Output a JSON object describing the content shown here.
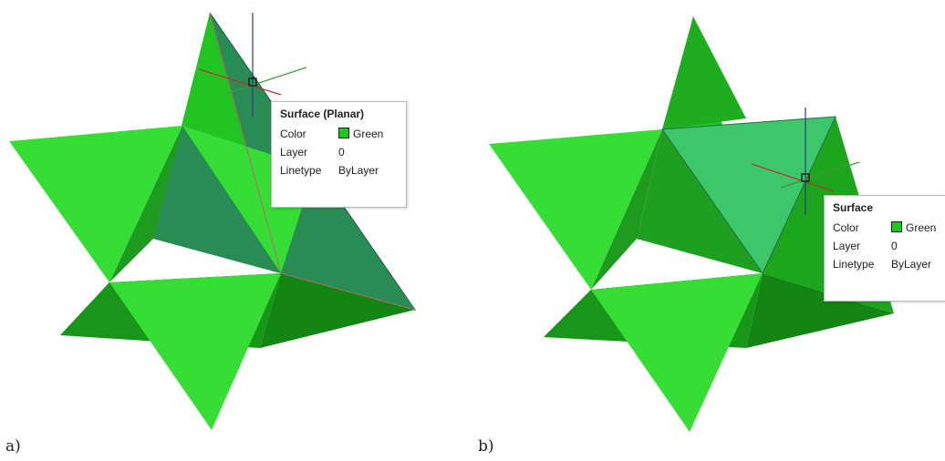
{
  "panels": [
    {
      "caption": "a)",
      "tooltip": {
        "title": "Surface (Planar)",
        "rows": [
          {
            "key": "Color",
            "value": "Green"
          },
          {
            "key": "Layer",
            "value": "0"
          },
          {
            "key": "Linetype",
            "value": "ByLayer"
          }
        ]
      }
    },
    {
      "caption": "b)",
      "tooltip": {
        "title": "Surface",
        "rows": [
          {
            "key": "Color",
            "value": "Green"
          },
          {
            "key": "Layer",
            "value": "0"
          },
          {
            "key": "Linetype",
            "value": "ByLayer"
          }
        ]
      }
    }
  ],
  "colors": {
    "swatch_green": "#1ec81e",
    "face_light": "#35dd35",
    "face_mid": "#22c422",
    "face_shadow": "#128512",
    "face_highlight_a": "#2a8c55",
    "face_highlight_b": "#3cc86a",
    "axis_x": "#c03030",
    "axis_y": "#3c9a3c",
    "axis_z": "#2a3c8a"
  }
}
